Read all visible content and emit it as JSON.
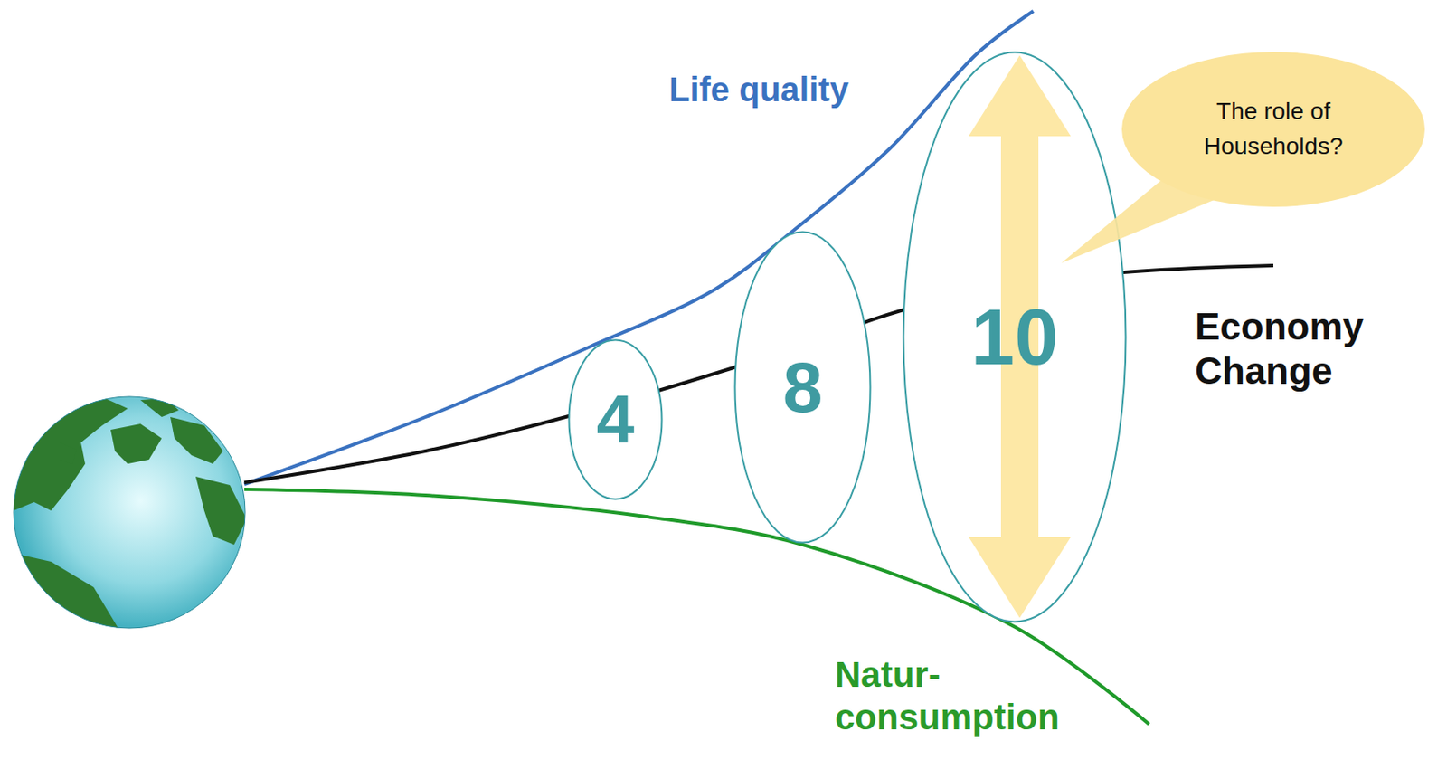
{
  "diagram": {
    "nodes": [
      {
        "text": [
          "4"
        ]
      },
      {
        "text": [
          "8"
        ]
      },
      {
        "text": [
          "10"
        ]
      },
      {
        "text": [
          "The role of Households?"
        ]
      }
    ],
    "labels": [
      "Life quality",
      "Economy Change",
      "Natur- consumption"
    ]
  }
}
